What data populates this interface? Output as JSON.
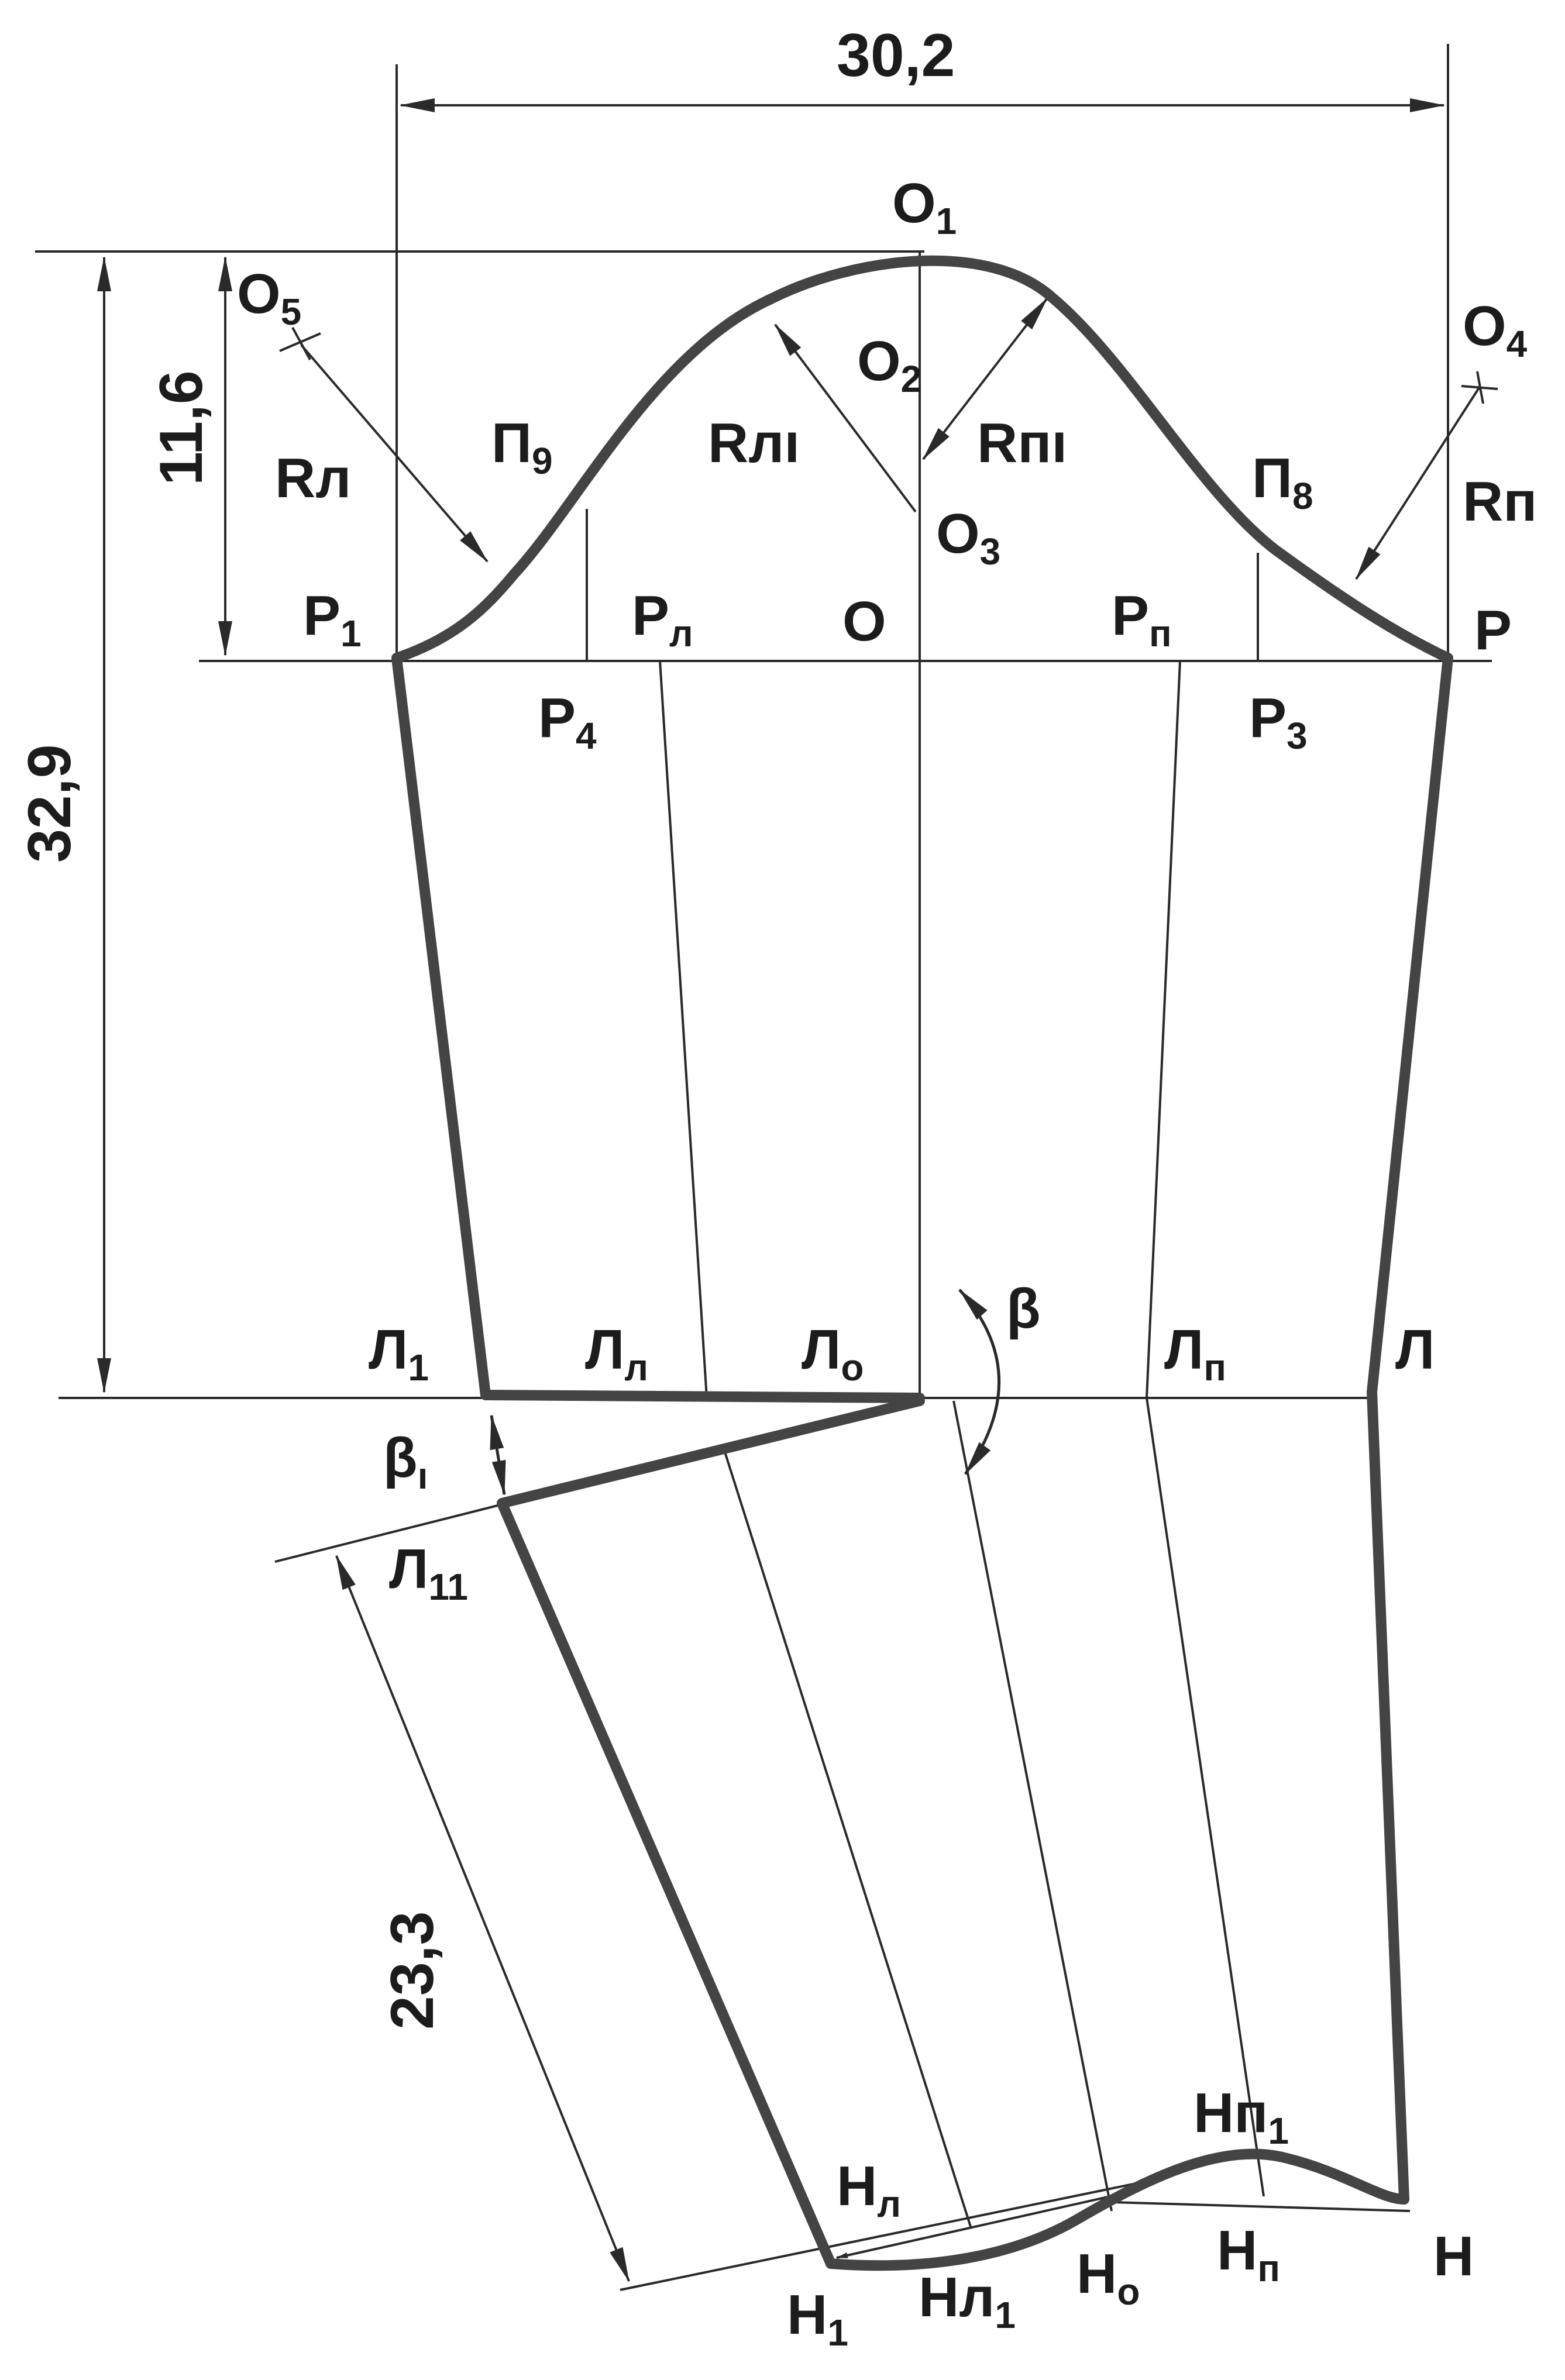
{
  "dimensions": {
    "width": "30,2",
    "cap_height": "11,6",
    "elbow_height": "32,9",
    "lower_length": "23,3"
  },
  "points": {
    "O1": {
      "main": "O",
      "sub": "1"
    },
    "O2": {
      "main": "O",
      "sub": "2"
    },
    "O3": {
      "main": "O",
      "sub": "3"
    },
    "O4": {
      "main": "O",
      "sub": "4"
    },
    "O5": {
      "main": "O",
      "sub": "5"
    },
    "O": {
      "main": "O",
      "sub": ""
    },
    "RL": {
      "main": "Rл",
      "sub": ""
    },
    "RLI": {
      "main": "Rлı",
      "sub": ""
    },
    "RPI": {
      "main": "Rпı",
      "sub": ""
    },
    "RP": {
      "main": "Rп",
      "sub": ""
    },
    "P9": {
      "main": "П",
      "sub": "9"
    },
    "P8": {
      "main": "П",
      "sub": "8"
    },
    "R1": {
      "main": "Р",
      "sub": "1"
    },
    "R4": {
      "main": "Р",
      "sub": "4"
    },
    "Rl": {
      "main": "Р",
      "sub": "л"
    },
    "Rp": {
      "main": "Р",
      "sub": "п"
    },
    "R3": {
      "main": "Р",
      "sub": "3"
    },
    "R": {
      "main": "Р",
      "sub": ""
    },
    "L1": {
      "main": "Л",
      "sub": "1"
    },
    "Ll": {
      "main": "Л",
      "sub": "л"
    },
    "Lo": {
      "main": "Л",
      "sub": "о"
    },
    "Lp": {
      "main": "Л",
      "sub": "п"
    },
    "L": {
      "main": "Л",
      "sub": ""
    },
    "beta": {
      "main": "β",
      "sub": ""
    },
    "beta1": {
      "main": "β",
      "sub": "ı"
    },
    "L11": {
      "main": "Л",
      "sub": "11"
    },
    "Hl": {
      "main": "Н",
      "sub": "л"
    },
    "Hp1": {
      "main": "Нп",
      "sub": "1"
    },
    "H1": {
      "main": "Н",
      "sub": "1"
    },
    "Hl1": {
      "main": "Нл",
      "sub": "1"
    },
    "Ho": {
      "main": "Н",
      "sub": "о"
    },
    "Hp": {
      "main": "Н",
      "sub": "п"
    },
    "H": {
      "main": "Н",
      "sub": ""
    }
  }
}
